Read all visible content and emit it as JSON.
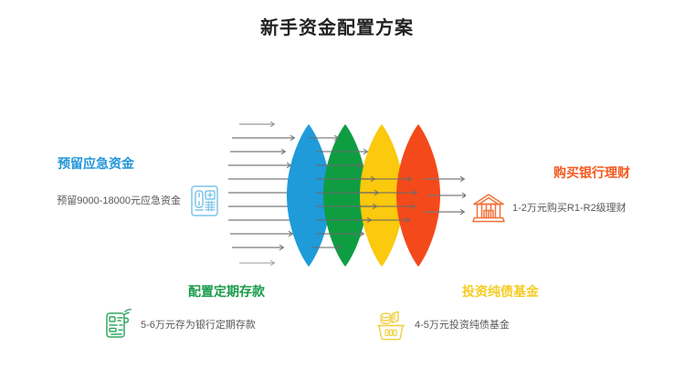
{
  "page": {
    "title": "新手资金配置方案",
    "background_color": "#ffffff",
    "title_color": "#222222"
  },
  "diagram": {
    "type": "funnel-stages",
    "stage_colors": [
      "#1f9bd9",
      "#0f9d42",
      "#fbc90d",
      "#f4491a"
    ],
    "arrow_color": "#7a7a7a",
    "inflow_arrow_count": 11,
    "outflow_arrow_count": 3,
    "stage_count": 4
  },
  "callouts": [
    {
      "id": "emergency",
      "heading": "预留应急资金",
      "description": "预留9000-18000元应急资金",
      "color": "#2196d8",
      "icon": "telephone-icon",
      "position": "left"
    },
    {
      "id": "deposit",
      "heading": "配置定期存款",
      "description": "5-6万元存为银行定期存款",
      "color": "#1a9c4c",
      "icon": "pos-terminal-icon",
      "position": "bottom-left"
    },
    {
      "id": "bondfund",
      "heading": "投资纯债基金",
      "description": "4-5万元投资纯债基金",
      "color": "#f5cc24",
      "icon": "money-basket-icon",
      "position": "bottom-right"
    },
    {
      "id": "bank",
      "heading": "购买银行理财",
      "description": "1-2万元购买R1-R2级理财",
      "color": "#f4591f",
      "icon": "bank-building-icon",
      "position": "right"
    }
  ]
}
